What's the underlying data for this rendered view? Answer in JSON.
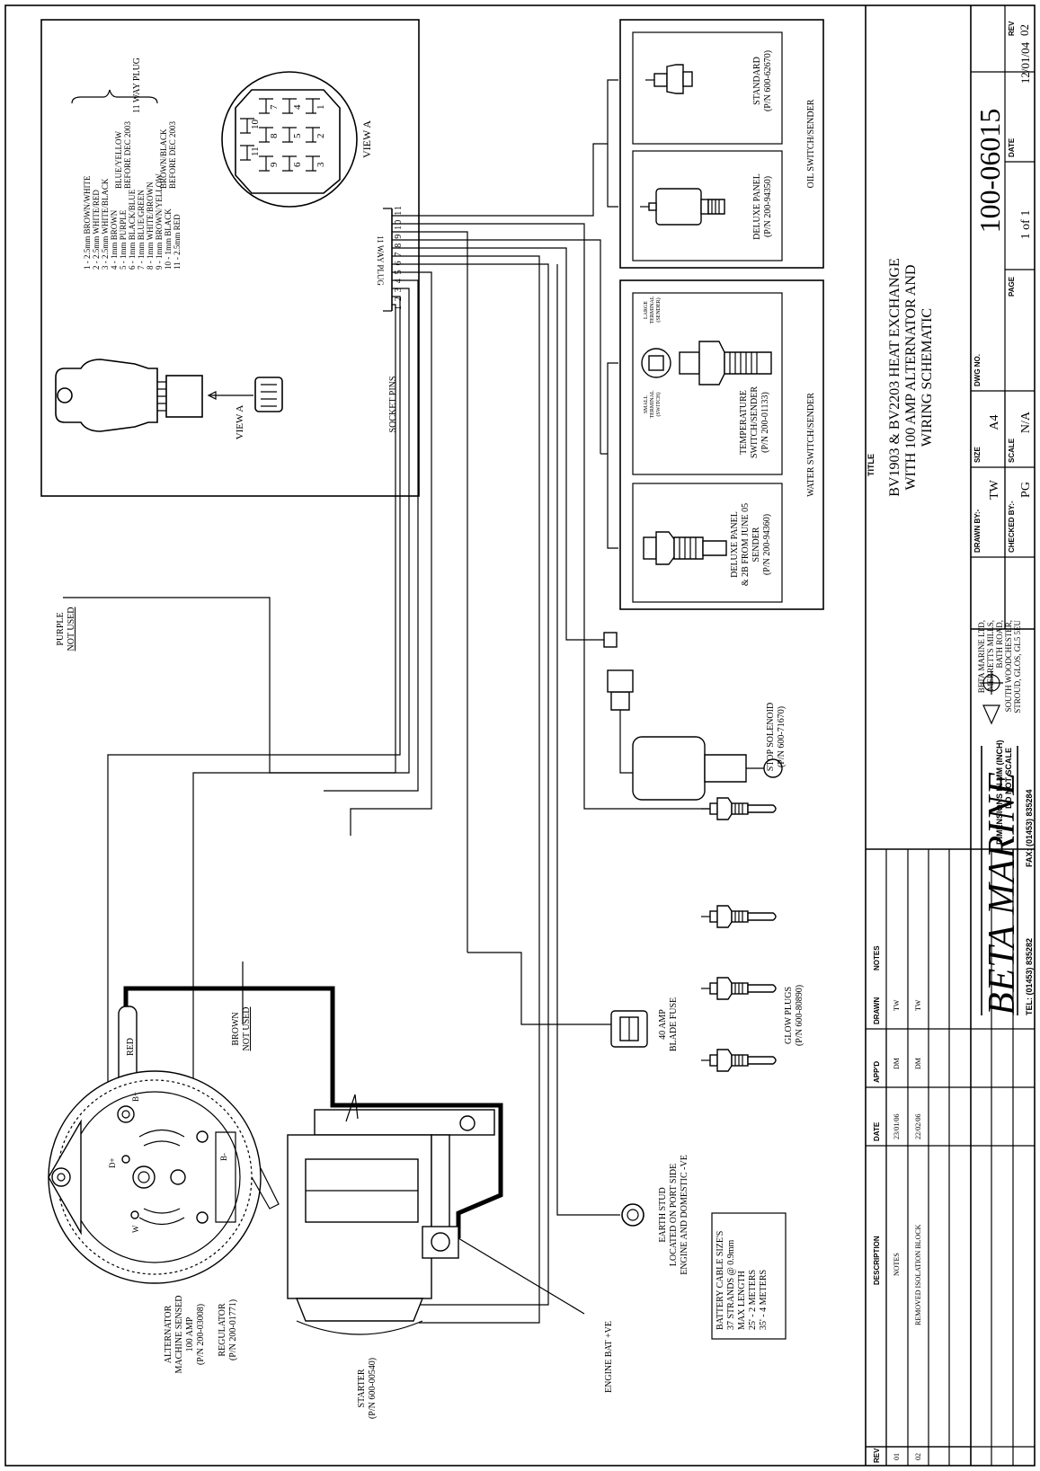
{
  "title_block": {
    "title_label": "TITLE",
    "title_lines": [
      "BV1903 & BV2203 HEAT EXCHANGE",
      "WITH 100 AMP ALTERNATOR AND",
      "WIRING SCHEMATIC"
    ],
    "rev_label": "REV",
    "rev": "02",
    "dwg_no_label": "DWG NO.",
    "dwg_no": "100-06015",
    "size_label": "SIZE",
    "size": "A4",
    "page_label": "PAGE",
    "page": "1 of 1",
    "date_label": "DATE",
    "date": "12/01/04",
    "scale_label": "SCALE",
    "scale": "N/A",
    "drawn_by_label": "DRAWN BY:-",
    "drawn_by": "TW",
    "checked_by_label": "CHECKED BY:-",
    "checked_by": "PG",
    "company_lines": [
      "BETA MARINE LTD,",
      "MERRETTS MILLS,",
      "BATH ROAD,",
      "SOUTH WOODCHESTER,",
      "STROUD, GLOS, GL5 5EU"
    ],
    "brand": "BETA MARINE",
    "tel": "TEL: (01453) 835282",
    "fax": "FAX: (01453) 835284",
    "dimensions_note": "DIMENSIONS IN MM (INCH)",
    "scale_note": "DO NOT SCALE"
  },
  "revisions": {
    "headers": [
      "REV",
      "DESCRIPTION",
      "DATE",
      "APP'D",
      "DRAWN",
      "NOTES"
    ],
    "rows": [
      {
        "rev": "01",
        "description": "NOTES",
        "date": "23/01/06",
        "appd": "DM",
        "drawn": "TW"
      },
      {
        "rev": "02",
        "description": "REMOVED ISOLATION BLOCK",
        "date": "22/02/06",
        "appd": "DM",
        "drawn": "TW"
      }
    ]
  },
  "plug": {
    "heading": "11 WAY PLUG",
    "socket_label": "11 WAY PLUG",
    "pin_numbers": "1 2 3 4 5 6 7 8 9 10 11",
    "socket_pins_label": "SOCKET PINS",
    "view_label": "VIEW A",
    "view_small_label": "VIEW A",
    "face_numbers": [
      "1",
      "2",
      "3",
      "4",
      "5",
      "6",
      "7",
      "8",
      "9",
      "10",
      "11"
    ],
    "wires": [
      "1 - 2.5mm BROWN/WHITE",
      "2 - 2.5mm WHITE/RED",
      "3 - 2.5mm WHITE/BLACK",
      "4 - 1mm BROWN",
      "5 - 1mm PURPLE",
      "6 - 1mm BLACK/BLUE",
      "7 - 1mm BLUE/GREEN",
      "8 - 1mm WHITE/BROWN",
      "9 - 1mm BROWN/YELLOW",
      "10 - 1mm BLACK",
      "11 - 2.5mm RED"
    ],
    "note_blue": [
      "BLUE/YELLOW",
      "BEFORE DEC 2003"
    ],
    "note_brown": [
      "BROWN/BLACK",
      "BEFORE DEC 2003"
    ]
  },
  "oil": {
    "group_label": "OIL SWITCH/SENDER",
    "standard": [
      "STANDARD",
      "(P/N 600-62670)"
    ],
    "deluxe": [
      "DELUXE PANEL",
      "(P/N 200-94350)"
    ]
  },
  "water": {
    "group_label": "WATER SWITCH/SENDER",
    "temperature": [
      "TEMPERATURE",
      "SWITCH/SENDER",
      "(P/N 200-01133)"
    ],
    "deluxe": [
      "DELUXE PANEL",
      "& 2B FROM JUNE 05",
      "SENDER",
      "(P/N 200-94360)"
    ],
    "large_terminal": [
      "LARGE",
      "TERMINAL",
      "(SENDER)"
    ],
    "small_terminal": [
      "SMALL",
      "TERMINAL",
      "(SWITCH)"
    ]
  },
  "solenoid": [
    "STOP SOLENOID",
    "(P/N 600-71670)"
  ],
  "glow_plugs": [
    "GLOW PLUGS",
    "(P/N 600-80890)"
  ],
  "fuse": [
    "40 AMP",
    "BLADE FUSE"
  ],
  "purple": [
    "PURPLE",
    "NOT USED"
  ],
  "brown": [
    "BROWN",
    "NOT USED"
  ],
  "red_label": "RED",
  "alternator": [
    "ALTERNATOR",
    "MACHINE SENSED",
    "100 AMP",
    "(P/N 200-03008)"
  ],
  "regulator": [
    "REGULATOR",
    "(P/N 200-01771)"
  ],
  "alt_terminals": {
    "b_plus": "B+",
    "d_plus": "D+",
    "w": "W",
    "b_minus": "B-"
  },
  "starter": [
    "STARTER",
    "(P/N 600-00540)"
  ],
  "engine_bat": "ENGINE BAT +VE",
  "earth_stud": [
    "EARTH STUD",
    "LOCATED ON PORT SIDE",
    "ENGINE AND DOMESTIC -VE"
  ],
  "battery_cable": [
    "BATTERY CABLE SIZE'S",
    "37 STRANDS @ 0.9mm",
    "MAX LENGTH",
    "25' - 2 METERS",
    "35' - 4 METERS"
  ]
}
